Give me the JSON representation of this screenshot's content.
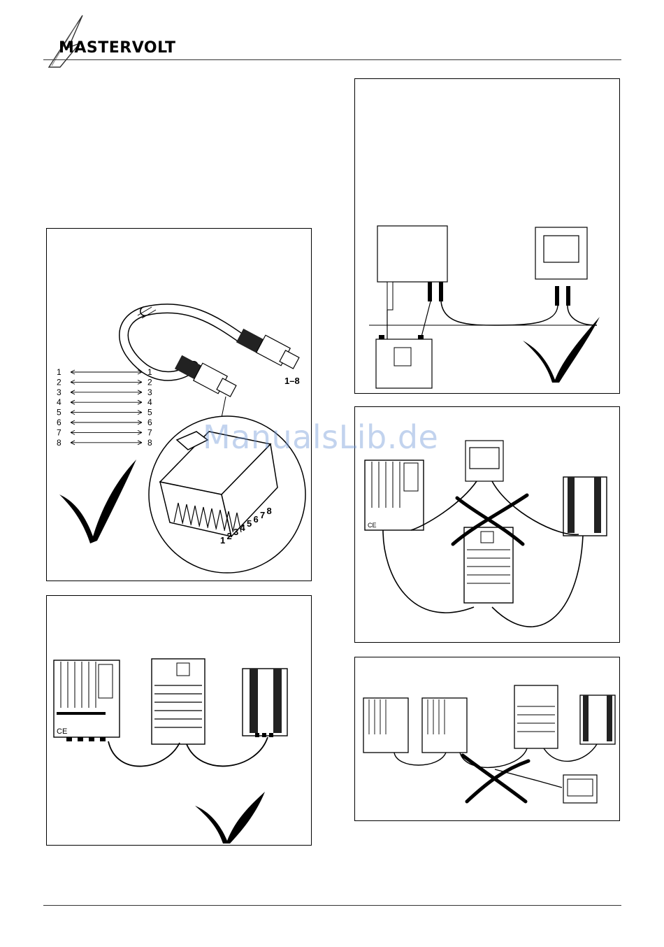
{
  "header": {
    "brand": "MASTERVOLT"
  },
  "cable_panel": {
    "pin_pairs": [
      {
        "left": "1",
        "right": "1"
      },
      {
        "left": "2",
        "right": "2"
      },
      {
        "left": "3",
        "right": "3"
      },
      {
        "left": "4",
        "right": "4"
      },
      {
        "left": "5",
        "right": "5"
      },
      {
        "left": "6",
        "right": "6"
      },
      {
        "left": "7",
        "right": "7"
      },
      {
        "left": "8",
        "right": "8"
      }
    ],
    "connector_range": "1–8",
    "contact_numbers": [
      "1",
      "2",
      "3",
      "4",
      "5",
      "6",
      "7",
      "8"
    ],
    "verdict_icon": "check-mark-icon"
  },
  "watermark": {
    "text": "ManualsLib.de"
  },
  "device_labels": {
    "ce_mark": "CE",
    "display_brand": "MASTERVOLT",
    "battery_icon": "battery-icon"
  },
  "verdicts": {
    "correct": "check-mark-icon",
    "wrong": "cross-mark-icon"
  }
}
